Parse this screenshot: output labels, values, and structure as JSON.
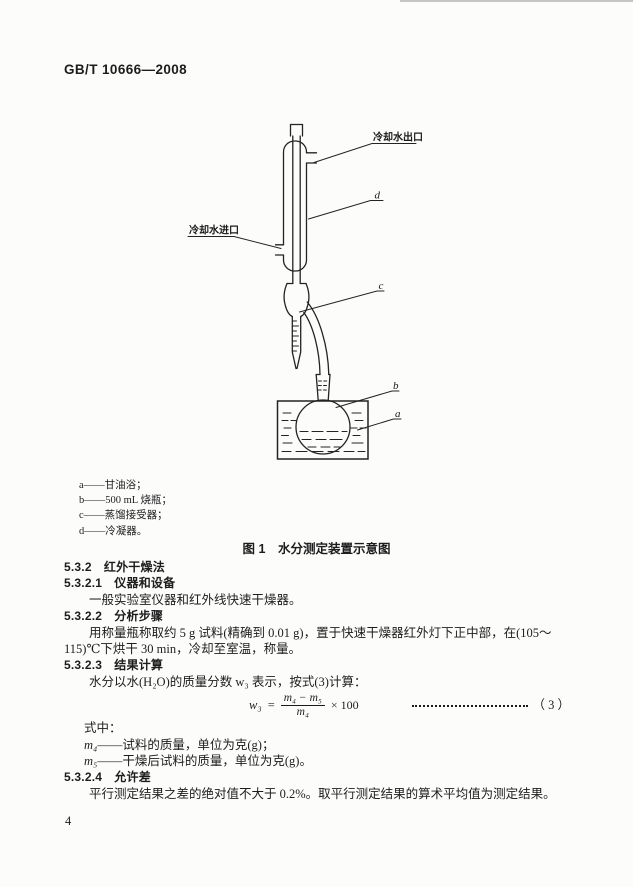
{
  "header": {
    "standard_code": "GB/T 10666—2008"
  },
  "figure": {
    "caption": "图 1　水分测定装置示意图",
    "callouts": {
      "cooling_water_outlet": "冷却水出口",
      "cooling_water_inlet": "冷却水进口",
      "label_a": "a",
      "label_b": "b",
      "label_c": "c",
      "label_d": "d"
    },
    "legend": [
      "a——甘油浴；",
      "b——500 mL 烧瓶；",
      "c——蒸馏接受器；",
      "d——冷凝器。"
    ]
  },
  "content": {
    "s532_heading": "5.3.2　红外干燥法",
    "s5321_heading": "5.3.2.1　仪器和设备",
    "s5321_body": "一般实验室仪器和红外线快速干燥器。",
    "s5322_heading": "5.3.2.2　分析步骤",
    "s5322_body": "用称量瓶称取约 5 g 试料(精确到 0.01 g)，置于快速干燥器红外灯下正中部，在(105～115)℃下烘干 30 min，冷却至室温，称量。",
    "s5323_heading": "5.3.2.3　结果计算",
    "s5323_body": "水分以水(H₂O)的质量分数 w₃ 表示，按式(3)计算：",
    "formula": {
      "variable": "w₃",
      "equals": "=",
      "numerator": "m₄ − m₅",
      "denominator": "m₄",
      "multiplier": "× 100",
      "equation_number": "（ 3 ）"
    },
    "where_label": "式中：",
    "where_items": [
      {
        "sym": "m₄",
        "desc": "——试料的质量，单位为克(g)；"
      },
      {
        "sym": "m₅",
        "desc": "——干燥后试料的质量，单位为克(g)。"
      }
    ],
    "s5324_heading": "5.3.2.4　允许差",
    "s5324_body": "平行测定结果之差的绝对值不大于 0.2%。取平行测定结果的算术平均值为测定结果。"
  },
  "footer": {
    "page_number": "4"
  }
}
